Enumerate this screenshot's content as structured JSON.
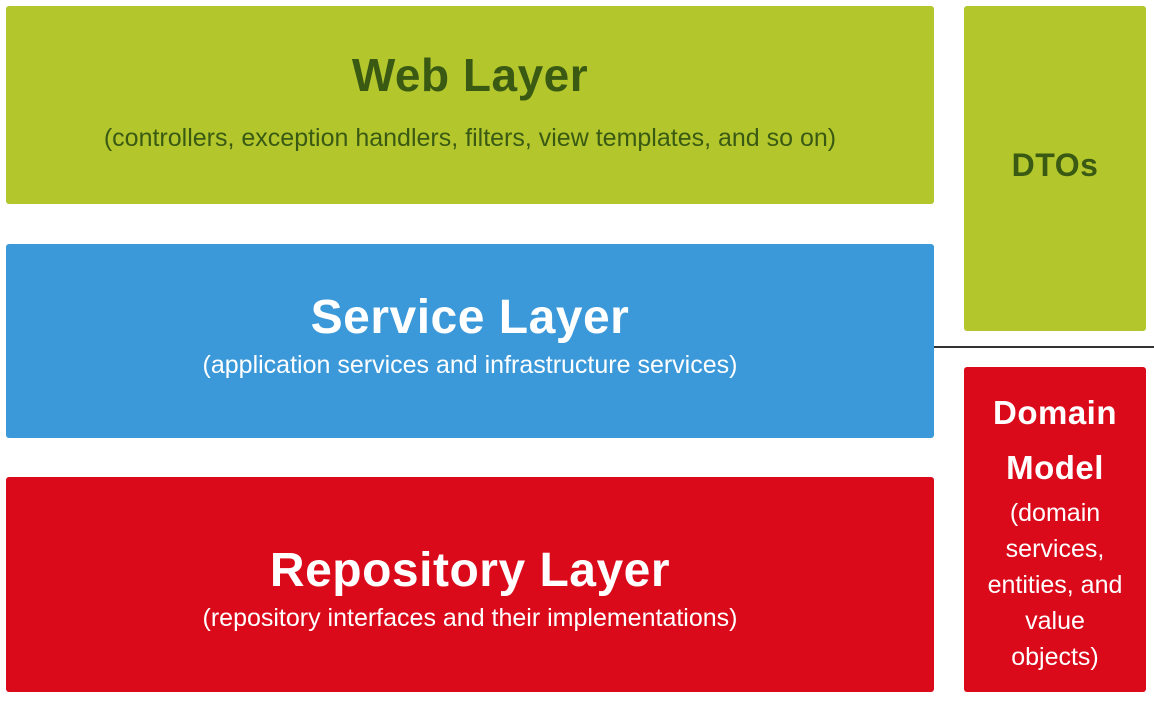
{
  "web_layer": {
    "title": "Web Layer",
    "subtitle": "(controllers, exception handlers, filters, view templates, and so on)"
  },
  "service_layer": {
    "title": "Service Layer",
    "subtitle": "(application services and infrastructure services)"
  },
  "repository_layer": {
    "title": "Repository Layer",
    "subtitle": "(repository interfaces and their implementations)"
  },
  "dtos": {
    "title": "DTOs"
  },
  "domain_model": {
    "title_lines": [
      "Domain",
      "Model"
    ],
    "subtitle_lines": [
      "(domain",
      "services,",
      "entities, and",
      "value",
      "objects)"
    ]
  },
  "colors": {
    "green": "#b3c72c",
    "dark_green_text": "#3a5a14",
    "blue": "#3b99d9",
    "red": "#db0a1b",
    "white": "#ffffff"
  }
}
